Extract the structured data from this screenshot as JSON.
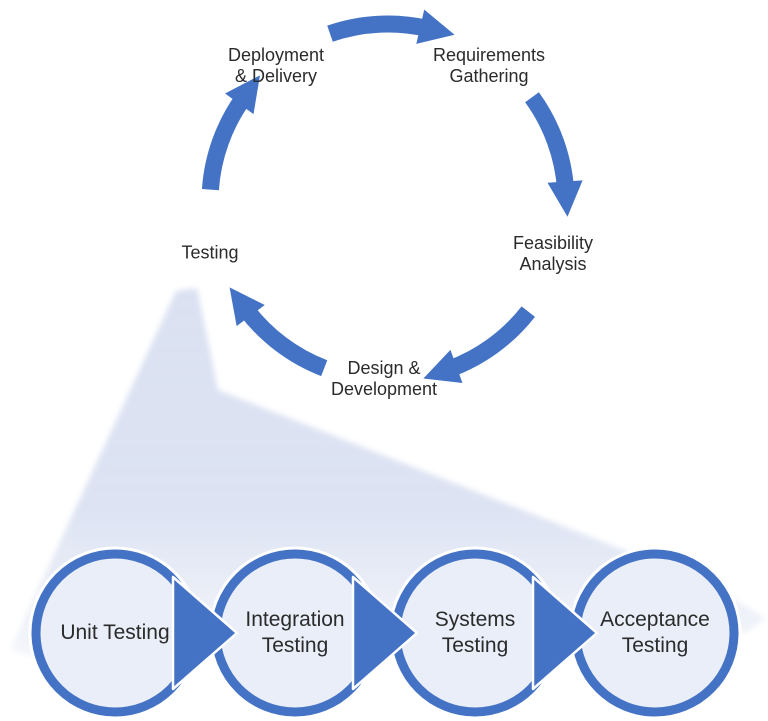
{
  "diagram": {
    "type": "sdlc-cycle-with-testing-pipeline"
  },
  "colors": {
    "arrow_blue": "#4472C4",
    "circle_fill": "#E9EEF8",
    "beam_blue": "#D9E0F1",
    "text": "#2B2B2B"
  },
  "cycle": {
    "steps": [
      {
        "id": "deployment-delivery",
        "lines": [
          "Deployment",
          "& Delivery"
        ]
      },
      {
        "id": "requirements-gathering",
        "lines": [
          "Requirements",
          "Gathering"
        ]
      },
      {
        "id": "feasibility-analysis",
        "lines": [
          "Feasibility",
          "Analysis"
        ]
      },
      {
        "id": "design-development",
        "lines": [
          "Design &",
          "Development"
        ]
      },
      {
        "id": "testing",
        "lines": [
          "Testing"
        ]
      }
    ]
  },
  "pipeline": {
    "stages": [
      {
        "id": "unit-testing",
        "lines": [
          "Unit Testing"
        ]
      },
      {
        "id": "integration-testing",
        "lines": [
          "Integration",
          "Testing"
        ]
      },
      {
        "id": "systems-testing",
        "lines": [
          "Systems",
          "Testing"
        ]
      },
      {
        "id": "acceptance-testing",
        "lines": [
          "Acceptance",
          "Testing"
        ]
      }
    ]
  }
}
